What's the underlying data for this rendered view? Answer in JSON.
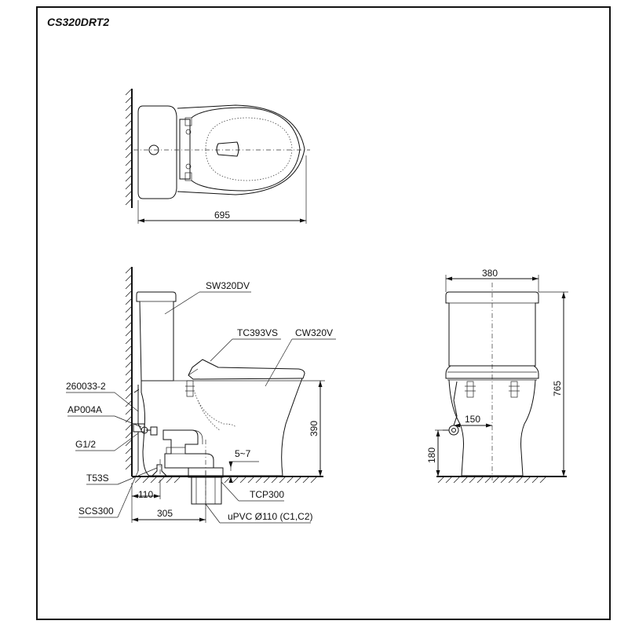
{
  "title": "CS320DRT2",
  "plan_view": {
    "width_dim": "695"
  },
  "side_view": {
    "labels": {
      "tank": "SW320DV",
      "seat": "TC393VS",
      "bowl": "CW320V",
      "part_260033": "260033-2",
      "valve": "AP004A",
      "thread": "G1/2",
      "bolt": "T53S",
      "cap": "SCS300",
      "flange": "TCP300",
      "pipe": "uPVC Ø110 (C1,C2)"
    },
    "dims": {
      "height_rim": "390",
      "gap": "5~7",
      "valve_offset": "110",
      "rough_in": "305"
    }
  },
  "front_view": {
    "dims": {
      "width": "380",
      "height": "765",
      "valve_height": "180",
      "valve_offset": "150"
    }
  }
}
